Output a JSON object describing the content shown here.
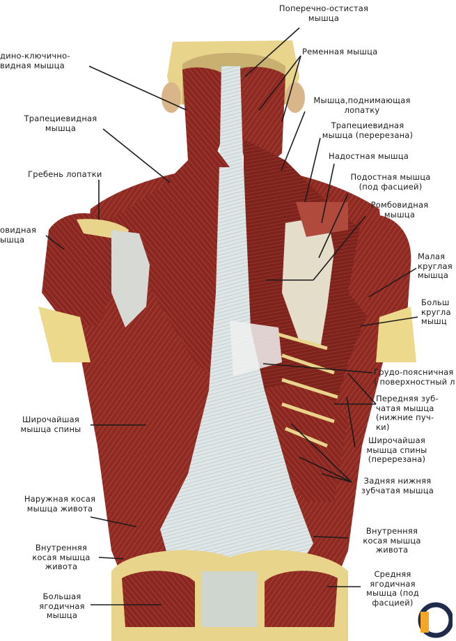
{
  "labels": {
    "transversospinalis": "Поперечно-остистая\nмышца",
    "sternocleidomastoid": "дино-ключично-\nвидная мышца",
    "splenius": "Ременная мышца",
    "levator_scapulae": "Мышца,поднимающая\nлопатку",
    "trapezius": "Трапециевидная\nмышца",
    "trapezius_cut": "Трапециевидная\nмышца (перерезана)",
    "supraspinatus": "Надостная мышца",
    "scapular_spine": "Гребень лопатки",
    "infraspinatus": "Подостная мышца\n(под фасцией)",
    "rhomboid": "Ромбовидная\nмышца",
    "deltoid": "овидная\nышца",
    "teres_minor": "Малая\nкруглая\nмышца",
    "teres_major": "Больш\nкругла\nмышц",
    "thoracolumbar_fascia": "Грудо-поясничная\n( поверхностный л",
    "serratus_anterior": "Передняя зуб-\nчатая мышца\n(нижние пуч-\nки)",
    "latissimus": "Широчайшая\nмышца спины",
    "latissimus_cut": "Широчайшая\nмышца спины\n(перерезана)",
    "serratus_posterior_inferior": "Задняя нижняя\nзубчатая мышца",
    "external_oblique": "Наружная косая\nмышца живота",
    "internal_oblique_right": "Внутренняя\nкосая мышца\nживота",
    "internal_oblique_left": "Внутренняя\nкосая мышца\nживота",
    "gluteus_medius": "Средняя\nягодичная\nмышца (под\nфасцией)",
    "gluteus_maximus": "Большая\nягодичная\nмышца"
  },
  "colors": {
    "muscle": "#8e2a22",
    "muscle_dark": "#5e1512",
    "muscle_light": "#b5473a",
    "tendon": "#dfe3df",
    "tendon_blue": "#a9c3d6",
    "bone": "#e8d48a",
    "fat": "#efe0a0",
    "line": "#1a1a1a",
    "logo_orange": "#f5a623",
    "logo_dark": "#1f2a4d"
  },
  "icons": {
    "logo": "brand-logo-icon"
  }
}
